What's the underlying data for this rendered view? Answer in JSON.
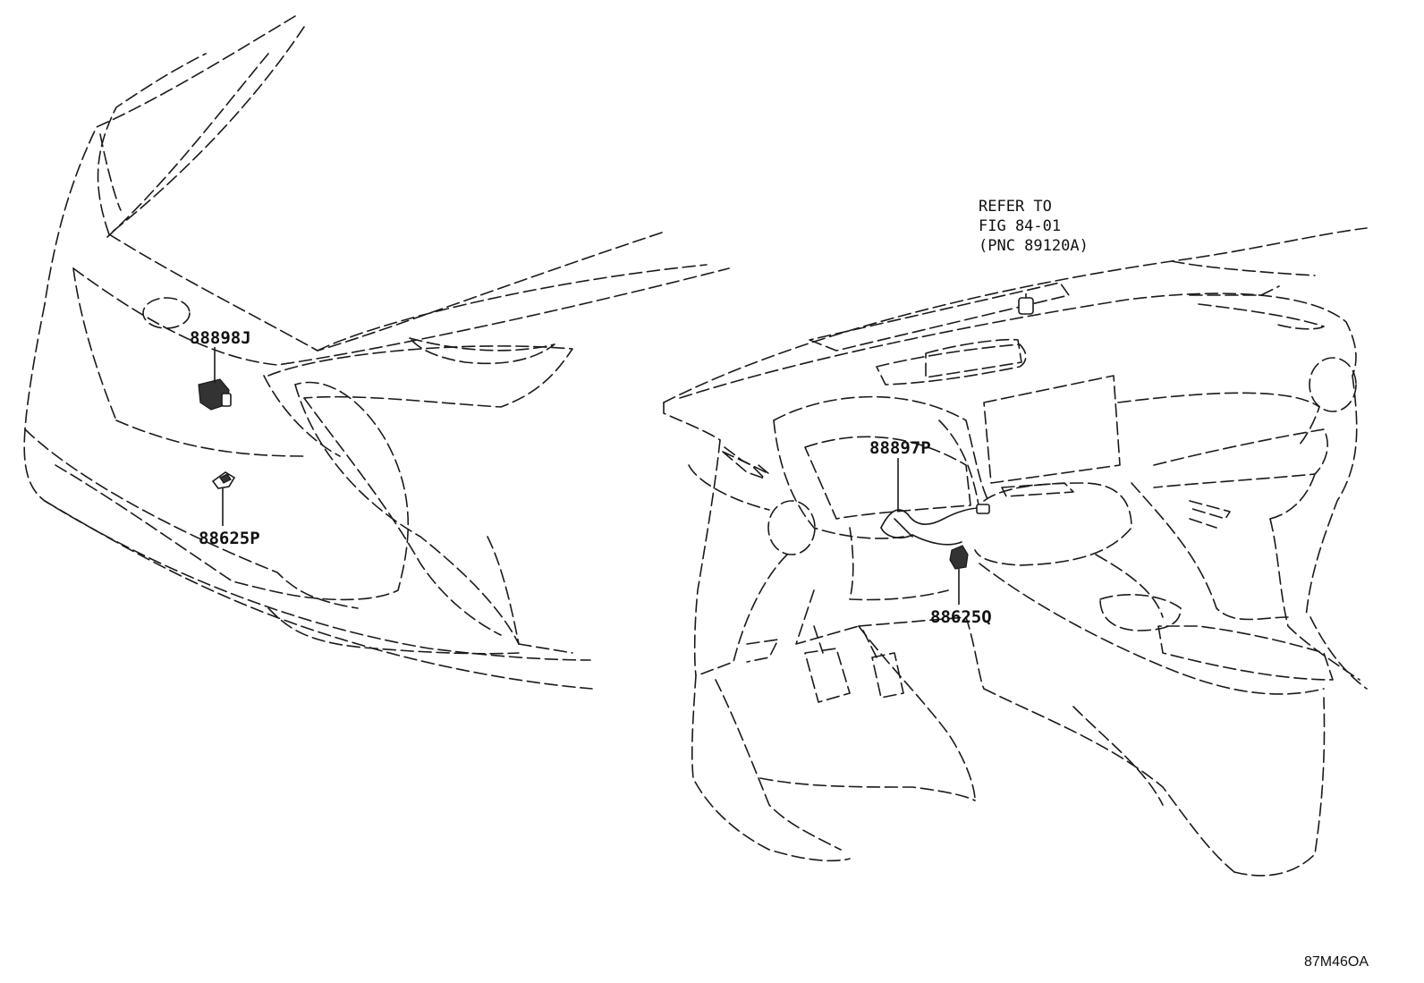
{
  "labels": {
    "p88898j": "88898J",
    "p88625p": "88625P",
    "p88897p": "88897P",
    "p88625q": "88625Q"
  },
  "refer_note": {
    "line1": "REFER TO",
    "line2": "FIG 84-01",
    "line3": "(PNC 89120A)"
  },
  "figure_code": "87M46OA"
}
